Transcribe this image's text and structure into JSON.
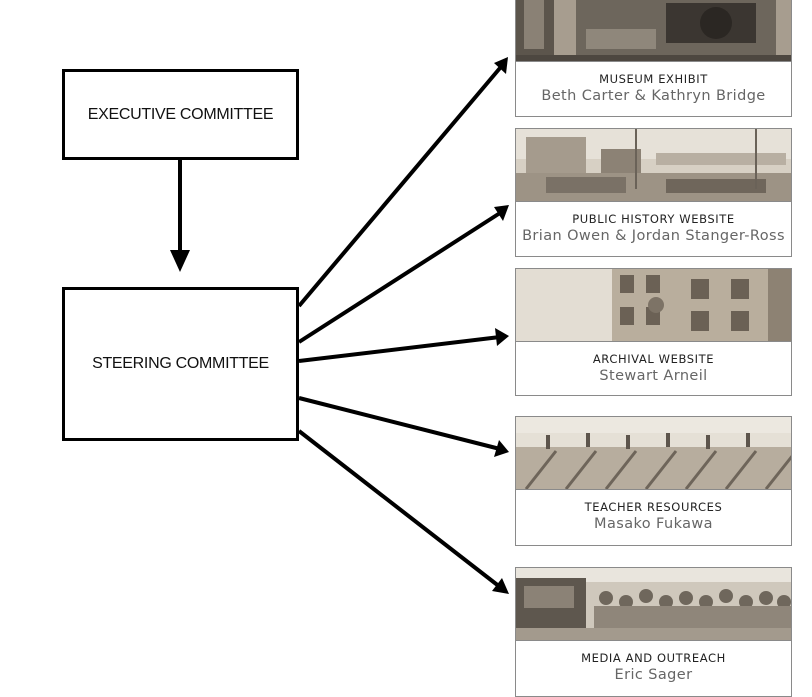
{
  "committees": {
    "executive": "EXECUTIVE COMMITTEE",
    "steering": "STEERING COMMITTEE"
  },
  "projects": [
    {
      "title": "MUSEUM EXHIBIT",
      "people": "Beth Carter & Kathryn Bridge"
    },
    {
      "title": "PUBLIC HISTORY WEBSITE",
      "people": "Brian Owen & Jordan Stanger-Ross"
    },
    {
      "title": "ARCHIVAL WEBSITE",
      "people": "Stewart Arneil"
    },
    {
      "title": "TEACHER RESOURCES",
      "people": "Masako Fukawa"
    },
    {
      "title": "MEDIA AND OUTREACH",
      "people": "Eric Sager"
    }
  ],
  "colors": {
    "line": "#000000",
    "card_border": "#8a8a8a",
    "photo_sepia": "#bdb3a4"
  }
}
